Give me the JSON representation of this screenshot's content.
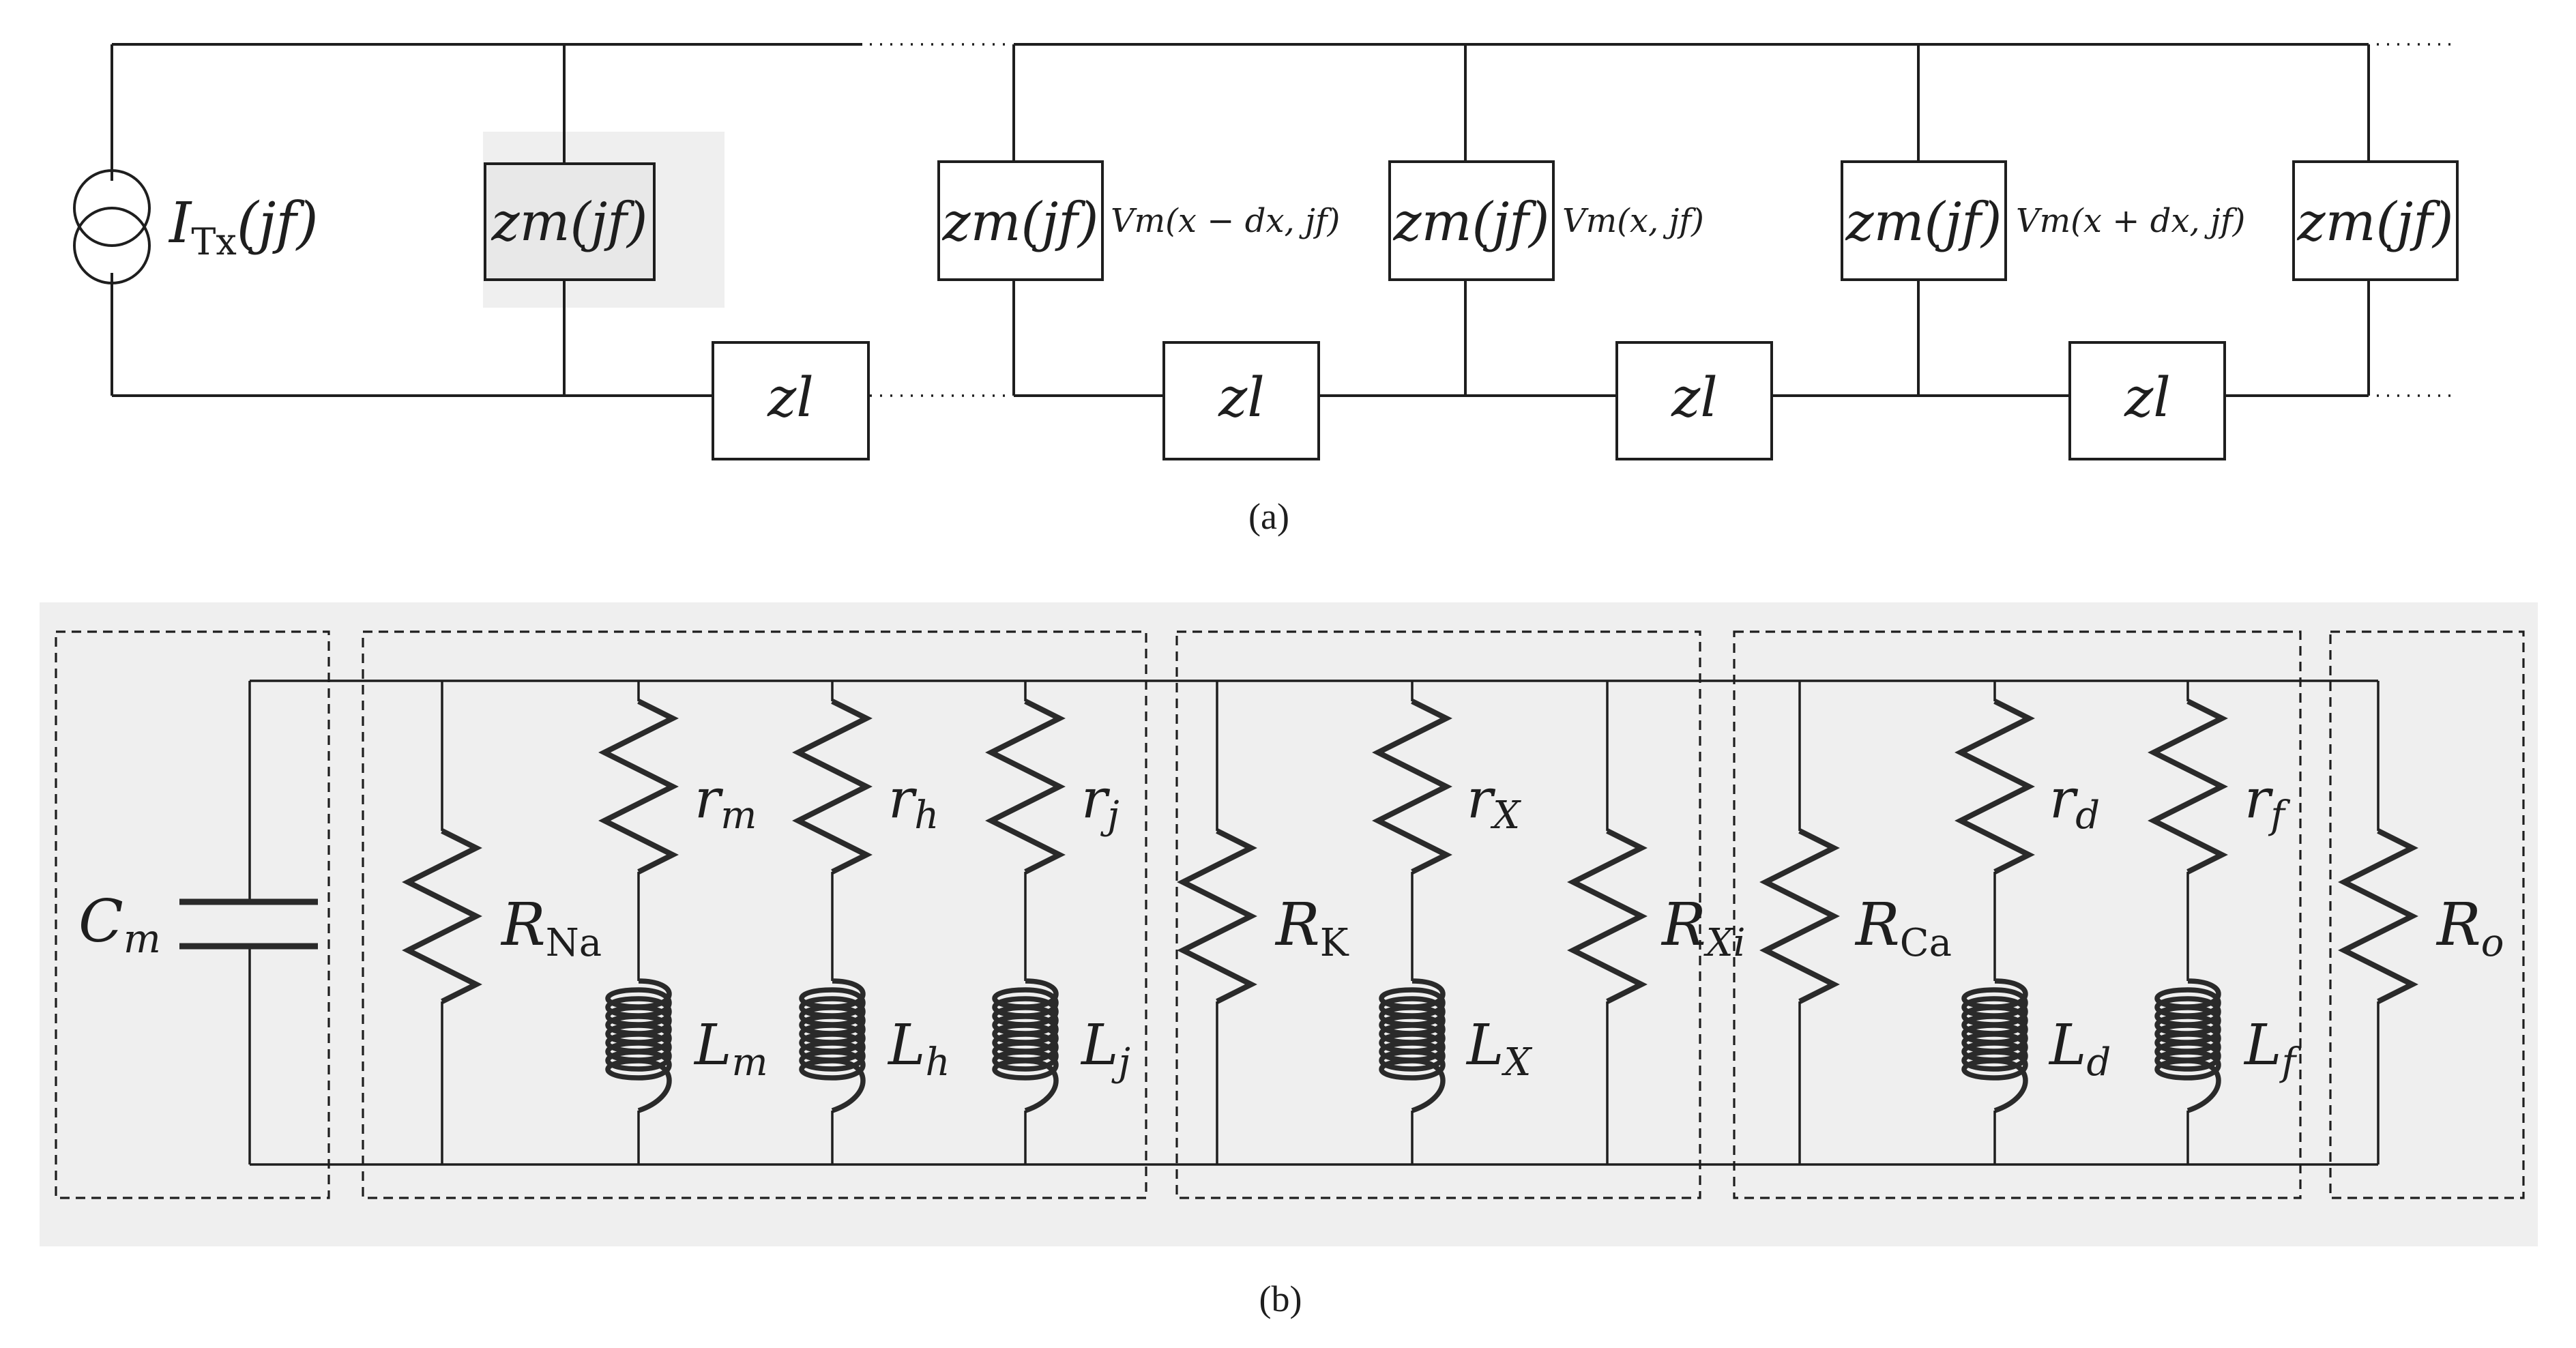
{
  "panel_a": {
    "caption": "(a)",
    "source_label": "I",
    "source_label_sub": "Tx",
    "source_label_arg": "(jf)",
    "membrane_impedance": "zm(jf)",
    "line_impedance": "zl",
    "voltage_labels": [
      "Vm(x − dx, jf)",
      "Vm(x, jf)",
      "Vm(x + dx, jf)"
    ]
  },
  "panel_b": {
    "caption": "(b)",
    "labels": {
      "C_m": "C",
      "C_m_sub": "m",
      "R_Na": "R",
      "R_Na_sub": "Na",
      "r_m": "r",
      "r_m_sub": "m",
      "r_h": "r",
      "r_h_sub": "h",
      "r_j": "r",
      "r_j_sub": "j",
      "L_m": "L",
      "L_m_sub": "m",
      "L_h": "L",
      "L_h_sub": "h",
      "L_j": "L",
      "L_j_sub": "j",
      "R_K": "R",
      "R_K_sub": "K",
      "r_X": "r",
      "r_X_sub": "X",
      "L_X": "L",
      "L_X_sub": "X",
      "R_Xi": "R",
      "R_Xi_sub": "Xi",
      "R_Ca": "R",
      "R_Ca_sub": "Ca",
      "r_d": "r",
      "r_d_sub": "d",
      "r_f": "r",
      "r_f_sub": "f",
      "L_d": "L",
      "L_d_sub": "d",
      "L_f": "L",
      "L_f_sub": "f",
      "R_o": "R",
      "R_o_sub": "o"
    }
  }
}
